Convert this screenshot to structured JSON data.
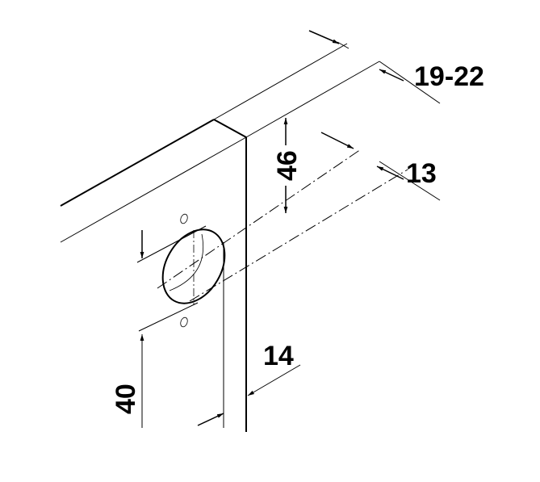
{
  "dimensions": {
    "thickness_range": "19-22",
    "offset_46": "46",
    "offset_13": "13",
    "edge_14": "14",
    "height_40": "40"
  },
  "colors": {
    "line": "#000000",
    "background": "#ffffff"
  }
}
